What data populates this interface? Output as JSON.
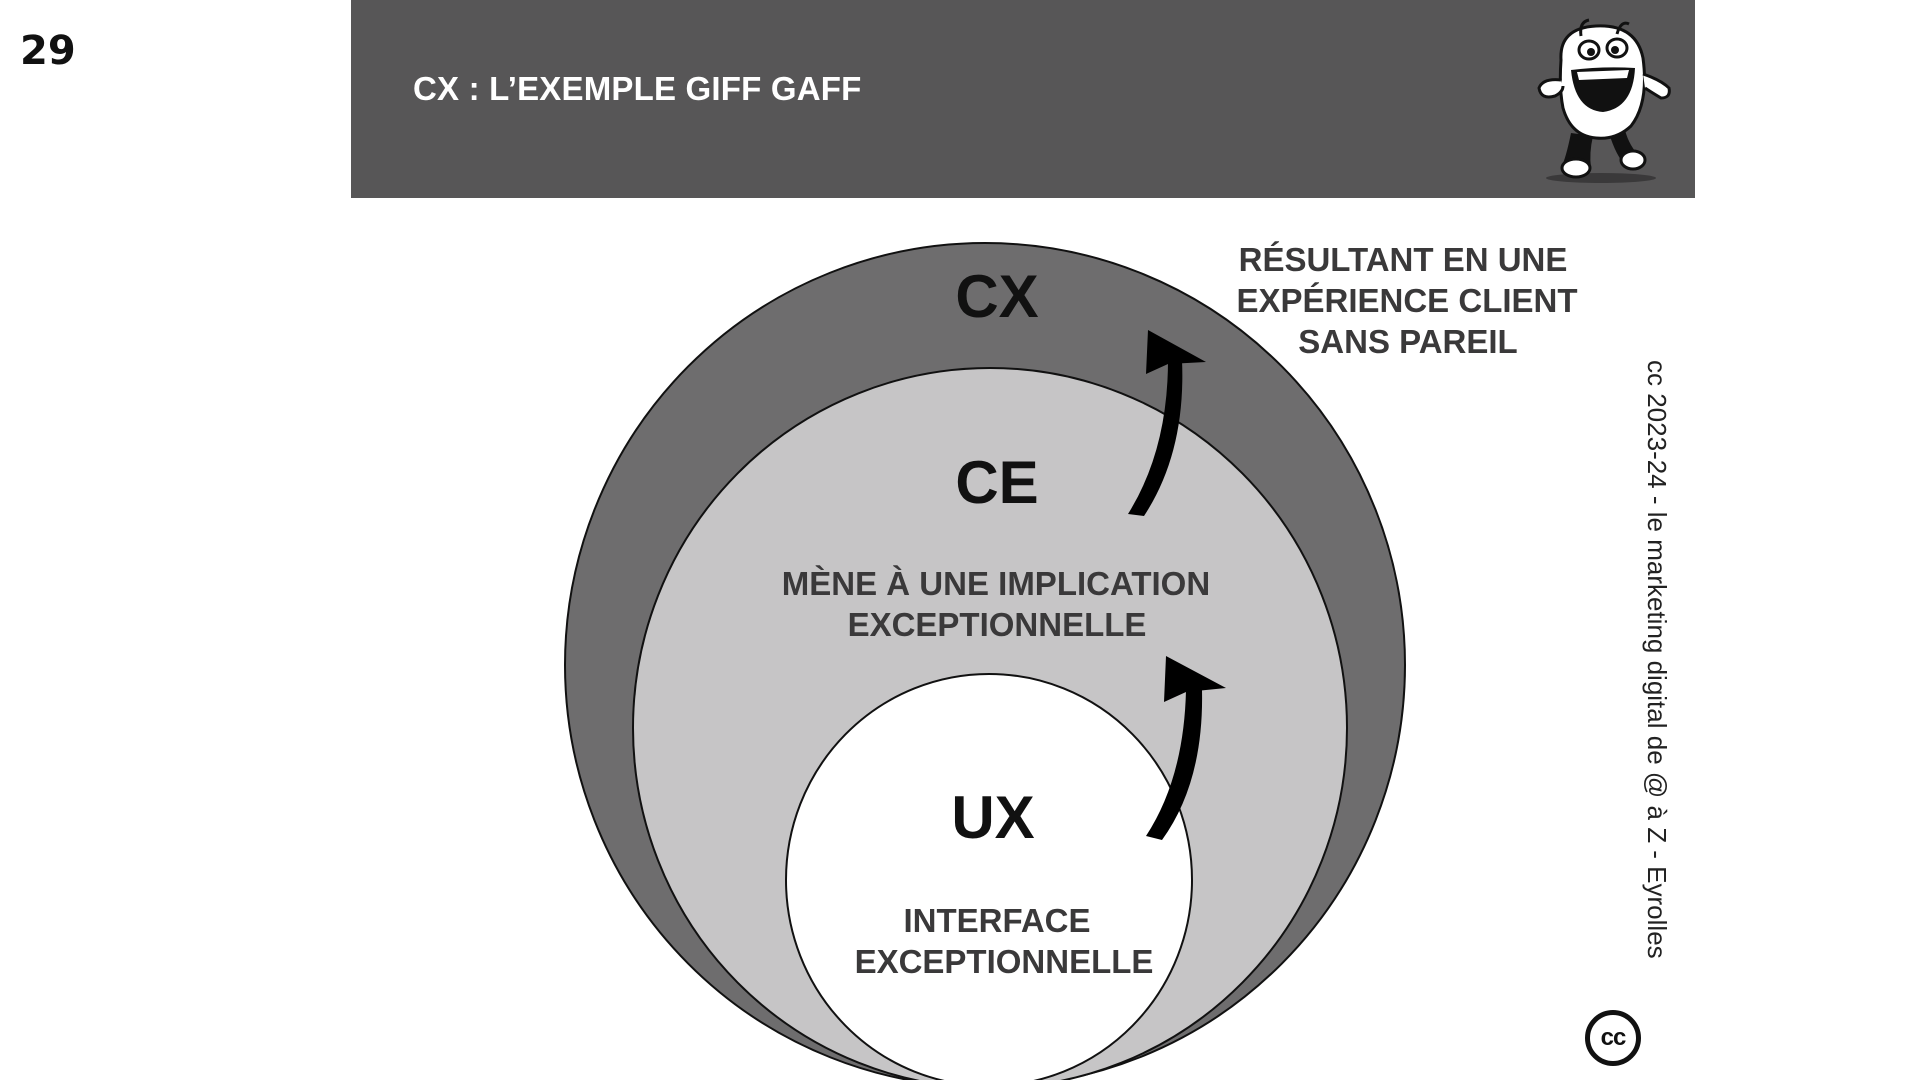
{
  "slide": {
    "number": "29",
    "title": "CX : L’EXEMPLE GIFF GAFF"
  },
  "diagram": {
    "outer": {
      "label": "CX",
      "caption_lines": [
        "RÉSULTANT EN UNE",
        "EXPÉRIENCE CLIENT",
        "SANS PAREIL"
      ]
    },
    "middle": {
      "label": "CE",
      "caption_lines": [
        "MÈNE À UNE IMPLICATION",
        "EXCEPTIONNELLE"
      ]
    },
    "inner": {
      "label": "UX",
      "caption_lines": [
        "INTERFACE",
        "EXCEPTIONNELLE"
      ]
    }
  },
  "credit": "cc 2023-24  - le marketing digital de @ à Z - Eyrolles",
  "license_badge": "cc",
  "colors": {
    "banner": "#575657",
    "outer_circle": "#6e6d6e",
    "middle_circle": "#c6c5c6",
    "inner_circle": "#ffffff",
    "arrow": "#000000"
  },
  "icons": {
    "mascot": "running-tooth-mascot-icon",
    "license": "creative-commons-icon"
  }
}
